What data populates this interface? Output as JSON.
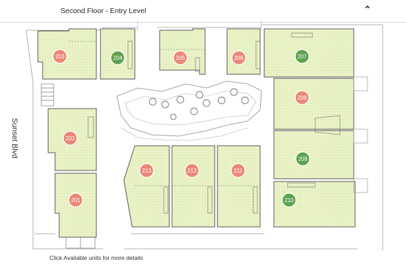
{
  "header": {
    "title": "Second Floor - Entry Level",
    "collapse_icon": "chevron-up-icon"
  },
  "street_label": "Sunset Blvd",
  "footer_text": "Click Available units for more details",
  "colors": {
    "available": "#5ea24e",
    "unavailable": "#ea8878",
    "unit_fill": "#eaf3c6",
    "wall": "#555555"
  },
  "units": [
    {
      "number": "203",
      "status": "unavailable"
    },
    {
      "number": "204",
      "status": "available"
    },
    {
      "number": "205",
      "status": "unavailable"
    },
    {
      "number": "206",
      "status": "unavailable"
    },
    {
      "number": "207",
      "status": "available"
    },
    {
      "number": "208",
      "status": "unavailable"
    },
    {
      "number": "202",
      "status": "unavailable"
    },
    {
      "number": "209",
      "status": "available"
    },
    {
      "number": "201",
      "status": "unavailable"
    },
    {
      "number": "213",
      "status": "unavailable"
    },
    {
      "number": "212",
      "status": "unavailable"
    },
    {
      "number": "211",
      "status": "unavailable"
    },
    {
      "number": "210",
      "status": "available"
    }
  ]
}
